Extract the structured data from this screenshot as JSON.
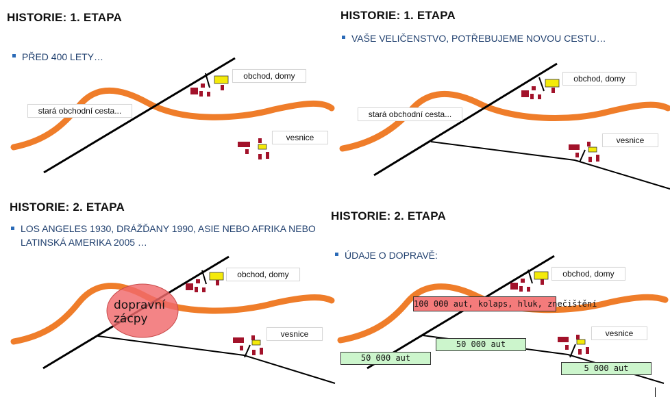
{
  "panels": [
    {
      "title": "HISTORIE: 1. ETAPA",
      "bullet": "PŘED 400 LETY…",
      "labels": {
        "old_road": "stará obchodní cesta...",
        "shops": "obchod, domy",
        "village": "vesnice"
      }
    },
    {
      "title": "HISTORIE: 1. ETAPA",
      "bullet": "VAŠE VELIČENSTVO, POTŘEBUJEME NOVOU CESTU…",
      "labels": {
        "old_road": "stará obchodní cesta...",
        "shops": "obchod, domy",
        "village": "vesnice"
      }
    },
    {
      "title": "HISTORIE: 2. ETAPA",
      "bullet": "LOS ANGELES 1930, DRÁŽĎANY 1990, ASIE NEBO AFRIKA NEBO LATINSKÁ AMERIKA 2005 …",
      "jam": "dopravní zácpy",
      "labels": {
        "shops": "obchod, domy",
        "village": "vesnice"
      }
    },
    {
      "title": "HISTORIE: 2. ETAPA",
      "bullet": "ÚDAJE O DOPRAVĚ:",
      "labels": {
        "shops": "obchod, domy",
        "village": "vesnice"
      },
      "traffic": {
        "main": "100 000 aut, kolaps, hluk, znečištění",
        "mid": "50 000 aut",
        "left": "50 000 aut",
        "right": "5 000 aut"
      }
    }
  ],
  "colors": {
    "river_road": "#ef7d2a",
    "building": "#a2122a",
    "shop": "#f4ea0a",
    "jam_fill": "#f0696b",
    "traffic_red": "#f47b7b",
    "traffic_green": "#ccf5cc",
    "bullet_text": "#1f3f6e",
    "bullet_square": "#2a6ab7"
  }
}
